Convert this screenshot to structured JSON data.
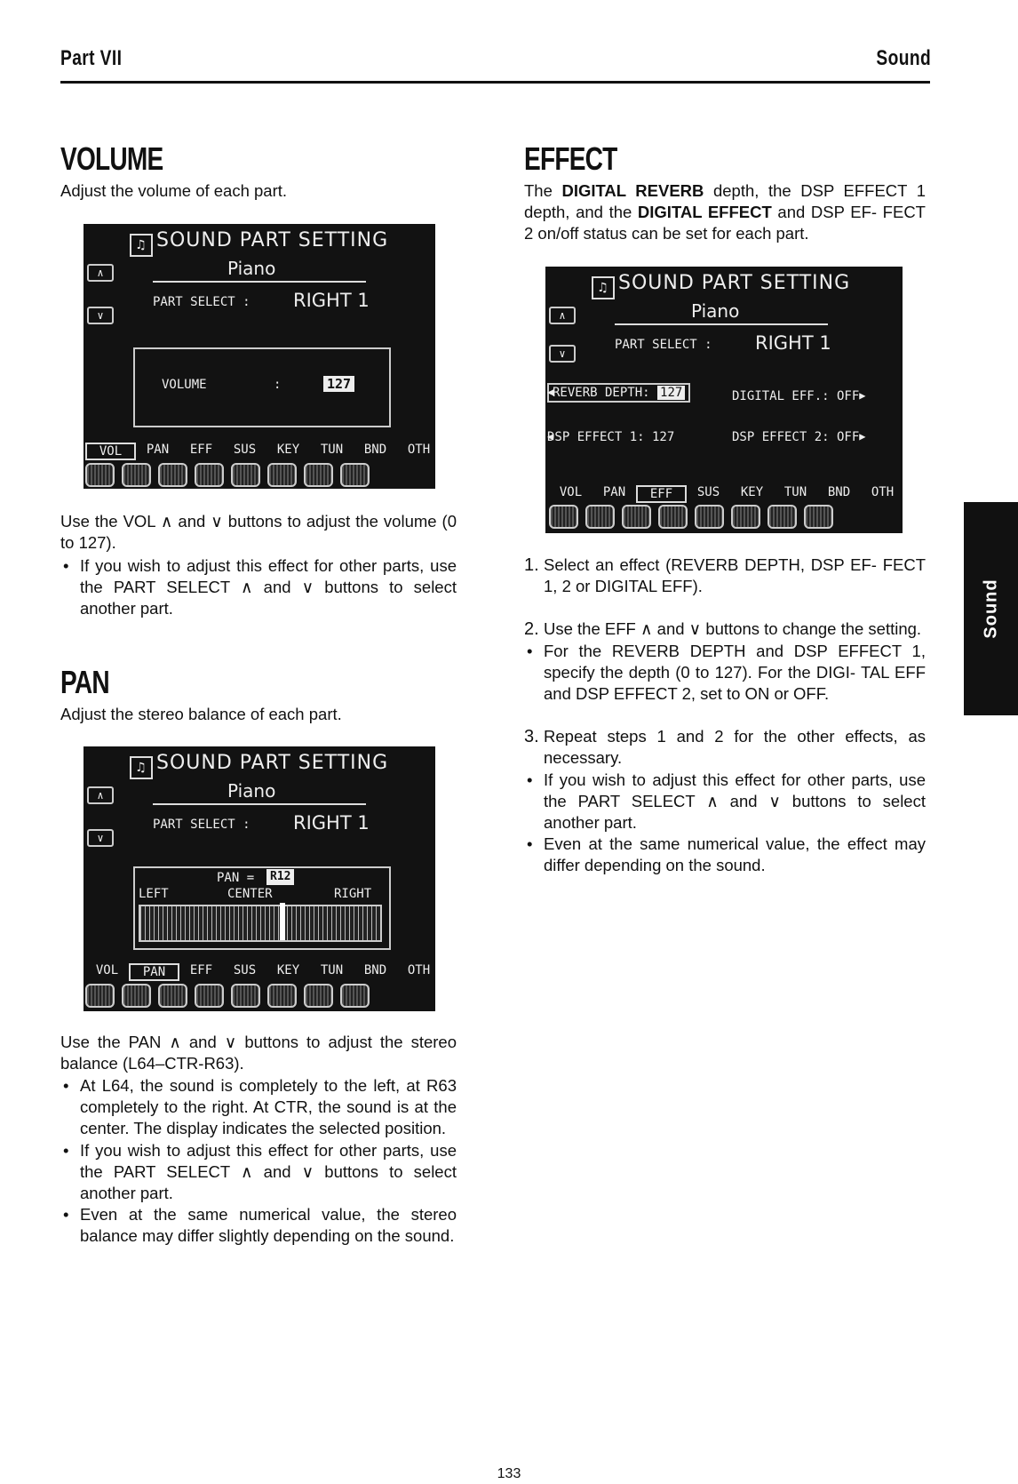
{
  "header": {
    "part": "Part VII",
    "section": "Sound"
  },
  "volume": {
    "heading": "VOLUME",
    "intro": "Adjust the volume of each part.",
    "screen": {
      "title": "SOUND PART SETTING",
      "sound": "Piano",
      "part_select_label": "PART SELECT :",
      "part_select_value": "RIGHT 1",
      "param_label": "VOLUME",
      "param_sep": ":",
      "param_value": "127",
      "tabs": [
        "VOL",
        "PAN",
        "EFF",
        "SUS",
        "KEY",
        "TUN",
        "BND",
        "OTH"
      ],
      "active_tab": "VOL"
    },
    "text": "Use the VOL ∧ and ∨ buttons to adjust the volume (0 to 127).",
    "bullets": [
      "If you wish to adjust this effect for other parts, use the PART SELECT ∧ and ∨ buttons to select another part."
    ]
  },
  "pan": {
    "heading": "PAN",
    "intro": "Adjust the stereo balance of each part.",
    "screen": {
      "title": "SOUND PART SETTING",
      "sound": "Piano",
      "part_select_label": "PART SELECT :",
      "part_select_value": "RIGHT 1",
      "pan_label": "PAN =",
      "pan_value": "R12",
      "left": "LEFT",
      "center": "CENTER",
      "right": "RIGHT",
      "tabs": [
        "VOL",
        "PAN",
        "EFF",
        "SUS",
        "KEY",
        "TUN",
        "BND",
        "OTH"
      ],
      "active_tab": "PAN"
    },
    "text": "Use the PAN ∧ and ∨ buttons to adjust the stereo balance (L64–CTR-R63).",
    "bullets": [
      "At L64, the sound is completely to the left, at R63 completely to the right. At CTR, the sound is at the center. The display indicates the selected position.",
      "If you wish to adjust this effect for other parts, use the PART SELECT ∧ and ∨ buttons to select another part.",
      "Even at the same numerical value, the stereo balance may differ slightly depending on the sound."
    ]
  },
  "effect": {
    "heading": "EFFECT",
    "intro_pre": "The ",
    "intro_b1": "DIGITAL REVERB",
    "intro_mid1": " depth, the DSP EFFECT 1 depth, and the ",
    "intro_b2": "DIGITAL EFFECT",
    "intro_post": " and DSP EF- FECT 2 on/off status can be set for each part.",
    "screen": {
      "title": "SOUND PART SETTING",
      "sound": "Piano",
      "part_select_label": "PART SELECT :",
      "part_select_value": "RIGHT 1",
      "reverb_label": "REVERB DEPTH:",
      "reverb_value": "127",
      "digital_eff": "DIGITAL EFF.: OFF",
      "dsp1": "DSP EFFECT 1: 127",
      "dsp2": "DSP EFFECT 2: OFF",
      "tabs": [
        "VOL",
        "PAN",
        "EFF",
        "SUS",
        "KEY",
        "TUN",
        "BND",
        "OTH"
      ],
      "active_tab": "EFF"
    },
    "steps": [
      {
        "n": "1.",
        "text": "Select an effect (REVERB DEPTH, DSP EF- FECT 1, 2 or DIGITAL EFF)."
      },
      {
        "n": "2.",
        "text": "Use the EFF ∧ and ∨ buttons to change the setting."
      },
      {
        "n": "3.",
        "text": "Repeat steps 1 and 2 for the other effects, as necessary."
      }
    ],
    "step2_bullets": [
      "For the REVERB DEPTH and DSP EFFECT 1, specify the depth (0 to 127). For the DIGI- TAL EFF and DSP EFFECT 2, set to ON or OFF."
    ],
    "step3_bullets": [
      "If you wish to adjust this effect for other parts, use the PART SELECT ∧ and ∨ buttons to select another part.",
      "Even at the same numerical value, the effect may differ depending on the sound."
    ]
  },
  "side_tab": "Sound",
  "page_number": "133",
  "pan_position": 0.59
}
